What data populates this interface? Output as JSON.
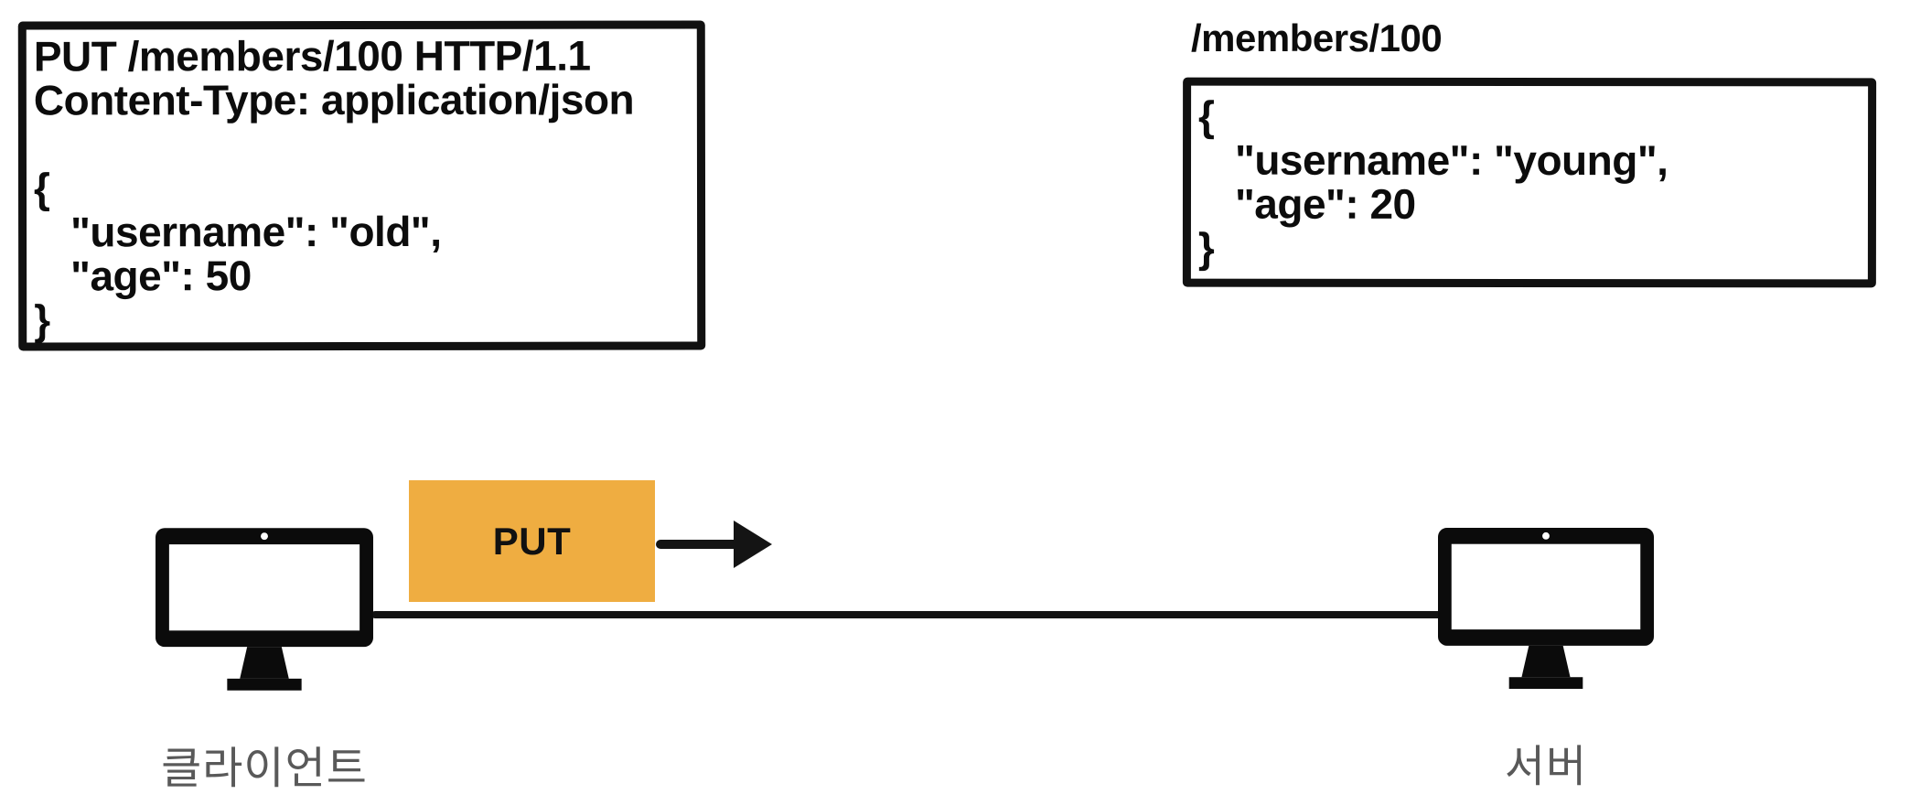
{
  "request_box": {
    "lines": [
      "PUT /members/100 HTTP/1.1",
      "Content-Type: application/json",
      "",
      "{",
      "\"username\": \"old\",",
      "\"age\": 50",
      "}"
    ]
  },
  "response_box": {
    "title": "/members/100",
    "lines": [
      "{",
      "\"username\": \"young\",",
      "\"age\": 20",
      "}"
    ]
  },
  "flow": {
    "method_label": "PUT",
    "client_label": "클라이언트",
    "server_label": "서버"
  },
  "icons": {
    "client": "monitor-icon",
    "server": "monitor-icon",
    "request_arrow": "arrow-right-icon"
  },
  "colors": {
    "method_badge_bg": "#EFAD41",
    "ink": "#111111",
    "device_label_gray": "#595959",
    "background": "#FFFFFF"
  }
}
